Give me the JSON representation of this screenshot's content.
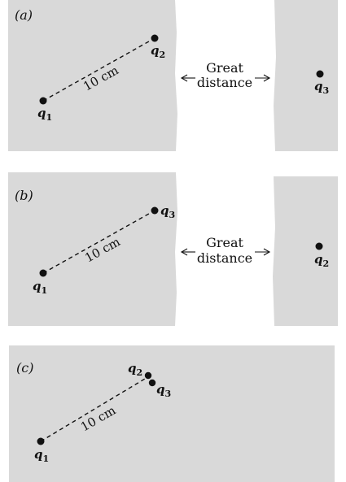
{
  "panels": [
    {
      "tag": "(a)",
      "distance_label": "10 cm",
      "near_charges": [
        {
          "base": "q",
          "sub": "1"
        },
        {
          "base": "q",
          "sub": "2"
        }
      ],
      "far_charge": {
        "base": "q",
        "sub": "3"
      },
      "gap_label": [
        "Great",
        "distance"
      ]
    },
    {
      "tag": "(b)",
      "distance_label": "10 cm",
      "near_charges": [
        {
          "base": "q",
          "sub": "1"
        },
        {
          "base": "q",
          "sub": "3"
        }
      ],
      "far_charge": {
        "base": "q",
        "sub": "2"
      },
      "gap_label": [
        "Great",
        "distance"
      ]
    },
    {
      "tag": "(c)",
      "distance_label": "10 cm",
      "near_charges": [
        {
          "base": "q",
          "sub": "1"
        },
        {
          "base": "q",
          "sub": "2"
        },
        {
          "base": "q",
          "sub": "3"
        }
      ]
    }
  ],
  "colors": {
    "panel": "#d9d9d9",
    "ink": "#111111"
  }
}
